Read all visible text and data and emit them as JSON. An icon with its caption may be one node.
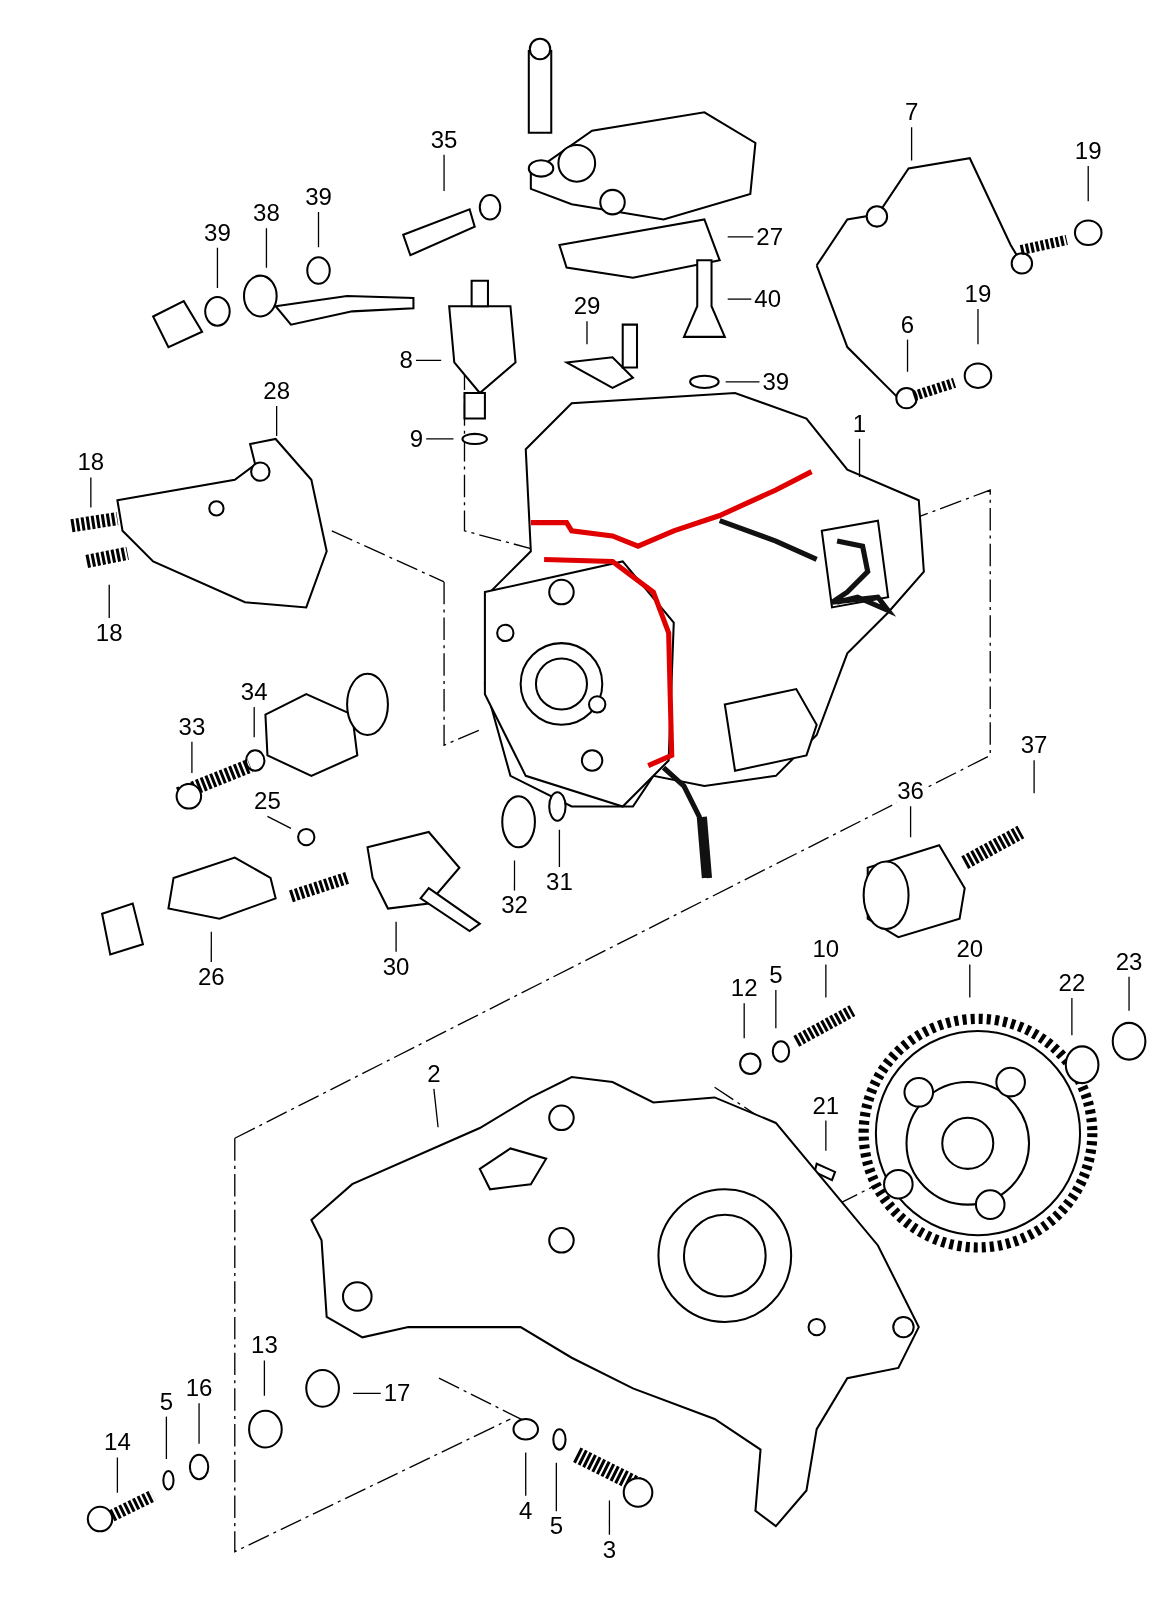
{
  "diagram": {
    "nodes": [
      {
        "text": [
          "35"
        ]
      },
      {
        "text": [
          "39"
        ]
      },
      {
        "text": [
          "38"
        ]
      },
      {
        "text": [
          "39"
        ]
      },
      {
        "text": [
          "7"
        ]
      },
      {
        "text": [
          "19"
        ]
      },
      {
        "text": [
          "27"
        ]
      },
      {
        "text": [
          "40"
        ]
      },
      {
        "text": [
          "29"
        ]
      },
      {
        "text": [
          "39"
        ]
      },
      {
        "text": [
          "19"
        ]
      },
      {
        "text": [
          "6"
        ]
      },
      {
        "text": [
          "8"
        ]
      },
      {
        "text": [
          "9"
        ]
      },
      {
        "text": [
          "28"
        ]
      },
      {
        "text": [
          "18"
        ]
      },
      {
        "text": [
          "18"
        ]
      },
      {
        "text": [
          "1"
        ]
      },
      {
        "text": [
          "34"
        ]
      },
      {
        "text": [
          "33"
        ]
      },
      {
        "text": [
          "37"
        ]
      },
      {
        "text": [
          "36"
        ]
      },
      {
        "text": [
          "25"
        ]
      },
      {
        "text": [
          "32"
        ]
      },
      {
        "text": [
          "31"
        ]
      },
      {
        "text": [
          "26"
        ]
      },
      {
        "text": [
          "30"
        ]
      },
      {
        "text": [
          "10"
        ]
      },
      {
        "text": [
          "20"
        ]
      },
      {
        "text": [
          "12"
        ]
      },
      {
        "text": [
          "5"
        ]
      },
      {
        "text": [
          "22"
        ]
      },
      {
        "text": [
          "23"
        ]
      },
      {
        "text": [
          "21"
        ]
      },
      {
        "text": [
          "2"
        ]
      },
      {
        "text": [
          "13"
        ]
      },
      {
        "text": [
          "17"
        ]
      },
      {
        "text": [
          "16"
        ]
      },
      {
        "text": [
          "5"
        ]
      },
      {
        "text": [
          "14"
        ]
      },
      {
        "text": [
          "4"
        ]
      },
      {
        "text": [
          "5"
        ]
      },
      {
        "text": [
          "3"
        ]
      }
    ],
    "edges": [
      {
        "from": 0,
        "to": null,
        "arrow": "none"
      },
      {
        "from": 1,
        "to": null,
        "arrow": "none"
      },
      {
        "from": 2,
        "to": null,
        "arrow": "none"
      },
      {
        "from": 3,
        "to": null,
        "arrow": "none"
      },
      {
        "from": 4,
        "to": null,
        "arrow": "none"
      },
      {
        "from": 5,
        "to": null,
        "arrow": "none"
      },
      {
        "from": 6,
        "to": null,
        "arrow": "none"
      },
      {
        "from": 7,
        "to": null,
        "arrow": "none"
      },
      {
        "from": 8,
        "to": null,
        "arrow": "none"
      },
      {
        "from": 9,
        "to": null,
        "arrow": "none"
      },
      {
        "from": 10,
        "to": null,
        "arrow": "none"
      },
      {
        "from": 11,
        "to": null,
        "arrow": "none"
      },
      {
        "from": 12,
        "to": null,
        "arrow": "none"
      },
      {
        "from": 13,
        "to": null,
        "arrow": "none"
      },
      {
        "from": 14,
        "to": null,
        "arrow": "none"
      },
      {
        "from": 15,
        "to": null,
        "arrow": "none"
      },
      {
        "from": 16,
        "to": null,
        "arrow": "none"
      },
      {
        "from": 17,
        "to": null,
        "arrow": "none"
      },
      {
        "from": 18,
        "to": null,
        "arrow": "none"
      },
      {
        "from": 19,
        "to": null,
        "arrow": "none"
      },
      {
        "from": 20,
        "to": null,
        "arrow": "none"
      },
      {
        "from": 21,
        "to": null,
        "arrow": "none"
      },
      {
        "from": 22,
        "to": null,
        "arrow": "none"
      },
      {
        "from": 23,
        "to": null,
        "arrow": "none"
      },
      {
        "from": 24,
        "to": null,
        "arrow": "none"
      },
      {
        "from": 25,
        "to": null,
        "arrow": "none"
      },
      {
        "from": 26,
        "to": null,
        "arrow": "none"
      },
      {
        "from": 27,
        "to": null,
        "arrow": "none"
      },
      {
        "from": 28,
        "to": null,
        "arrow": "none"
      },
      {
        "from": 29,
        "to": null,
        "arrow": "none"
      },
      {
        "from": 30,
        "to": null,
        "arrow": "none"
      },
      {
        "from": 31,
        "to": null,
        "arrow": "none"
      },
      {
        "from": 32,
        "to": null,
        "arrow": "none"
      },
      {
        "from": 33,
        "to": null,
        "arrow": "none"
      },
      {
        "from": 34,
        "to": null,
        "arrow": "none"
      },
      {
        "from": 35,
        "to": null,
        "arrow": "none"
      },
      {
        "from": 36,
        "to": null,
        "arrow": "none"
      },
      {
        "from": 37,
        "to": null,
        "arrow": "none"
      },
      {
        "from": 38,
        "to": null,
        "arrow": "none"
      },
      {
        "from": 39,
        "to": null,
        "arrow": "none"
      },
      {
        "from": 40,
        "to": null,
        "arrow": "none"
      },
      {
        "from": 41,
        "to": null,
        "arrow": "none"
      },
      {
        "from": 42,
        "to": null,
        "arrow": "none"
      }
    ]
  }
}
